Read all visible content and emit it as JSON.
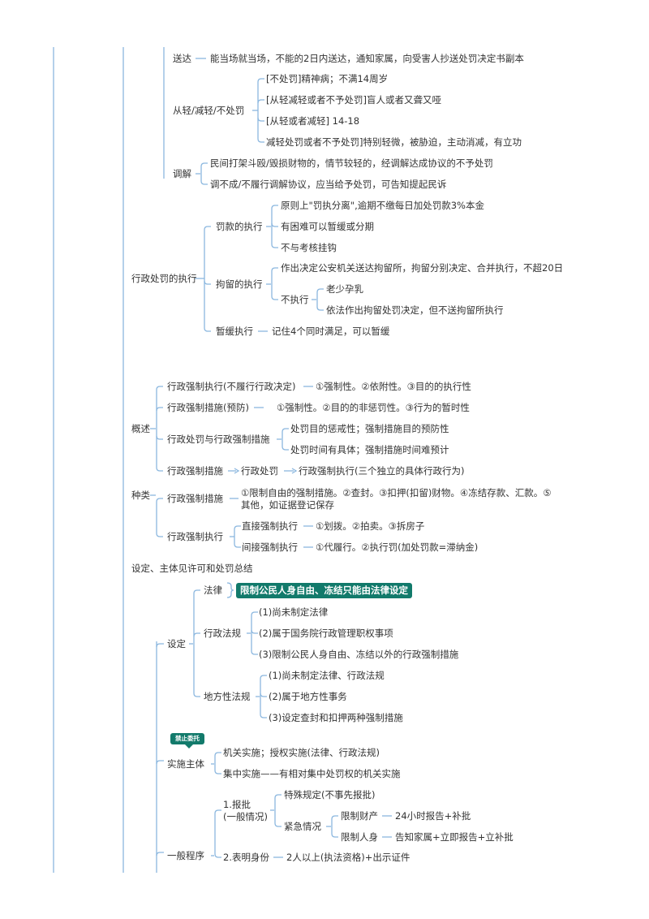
{
  "diagram": {
    "line_color": "#8bb7df",
    "accent": "#127a6b",
    "nodes": {
      "n_songda": "送达",
      "n_songda_d": "能当场就当场，不能的2日内送达，通知家属，向受害人抄送处罚决定书副本",
      "n_cong": "从轻/减轻/不处罚",
      "n_c1": "[不处罚]精神病；不满14周岁",
      "n_c2": "[从轻减轻或者不予处罚]盲人或者又聋又哑",
      "n_c3": "[从轻或者减轻] 14-18",
      "n_c4": "减轻处罚或者不予处罚]特别轻微，被胁迫，主动消减，有立功",
      "n_tiaojie": "调解",
      "n_t1": "民间打架斗殴/毁损财物的，情节较轻的，经调解达成协议的不予处罚",
      "n_t2": "调不成/不履行调解协议，应当给予处罚，可告知提起民诉",
      "n_zhixing": "行政处罚的执行",
      "n_fakuan": "罚款的执行",
      "n_f1": "原则上\"罚执分离\",逾期不缴每日加处罚款3%本金",
      "n_f2": "有困难可以暂缓或分期",
      "n_f3": "不与考核挂钩",
      "n_juliu": "拘留的执行",
      "n_j1": "作出决定公安机关送达拘留所，拘留分别决定、合并执行，不超20日",
      "n_buzhixing": "不执行",
      "n_b1": "老少孕乳",
      "n_b2": "依法作出拘留处罚决定，但不送拘留所执行",
      "n_zanhuan": "暂缓执行",
      "n_zanhuan_d": "记住4个同时满足，可以暂缓",
      "n_gaishu": "概述",
      "n_g1": "行政强制执行(不履行行政决定)",
      "n_g1_d": "①强制性。②依附性。③目的的执行性",
      "n_g2": "行政强制措施(预防)",
      "n_g2_d": "①强制性。②目的的非惩罚性。③行为的暂时性",
      "n_g3": "行政处罚与行政强制措施",
      "n_g3_1": "处罚目的惩戒性；强制措施目的预防性",
      "n_g3_2": "处罚时间有具体；强制措施时间难预计",
      "n_g4": "行政强制措施",
      "n_g4_2": "行政处罚",
      "n_g4_3": "行政强制执行(三个独立的具体行政行为)",
      "n_zhonglei": "种类",
      "n_z1": "行政强制措施",
      "n_z1_d": "①限制自由的强制措施。②查封。③扣押(扣留)财物。④冻结存款、汇款。⑤其他，如证据登记保存",
      "n_z2": "行政强制执行",
      "n_z2_1": "直接强制执行",
      "n_z2_1d": "①划拨。②拍卖。③拆房子",
      "n_z2_2": "间接强制执行",
      "n_z2_2d": "①代履行。②执行罚(加处罚款=滞纳金)",
      "n_sheding_root": "设定、主体见许可和处罚总结",
      "n_sheding": "设定",
      "n_falv": "法律",
      "n_falv_d": "限制公民人身自由、冻结只能由法律设定",
      "n_xzfg": "行政法规",
      "n_x1": "(1)尚未制定法律",
      "n_x2": "(2)属于国务院行政管理职权事项",
      "n_x3": "(3)限制公民人身自由、冻结以外的行政强制措施",
      "n_dfx": "地方性法规",
      "n_d1": "(1)尚未制定法律、行政法规",
      "n_d2": "(2)属于地方性事务",
      "n_d3": "(3)设定查封和扣押两种强制措施",
      "n_tag": "禁止委托",
      "n_ss": "实施主体",
      "n_ss1": "机关实施；授权实施(法律、行政法规)",
      "n_ss2": "集中实施——有相对集中处罚权的机关实施",
      "n_ybcx": "一般程序",
      "n_bp": "1.报批\n(一般情况)",
      "n_bp1": "特殊规定(不事先报批)",
      "n_jj": "紧急情况",
      "n_jj1": "限制财产",
      "n_jj1d": "24小时报告+补批",
      "n_jj2": "限制人身",
      "n_jj2d": "告知家属+立即报告+立补批",
      "n_bm": "2.表明身份",
      "n_bm_d": "2人以上(执法资格)+出示证件"
    }
  }
}
